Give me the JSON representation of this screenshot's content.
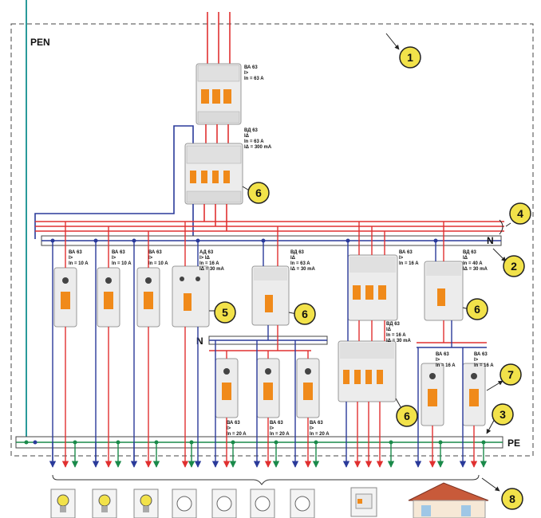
{
  "labels": {
    "pen": "PEN",
    "n": "N",
    "n2": "N",
    "pe": "PE"
  },
  "callouts": [
    "1",
    "2",
    "3",
    "4",
    "5",
    "6",
    "6",
    "6",
    "6",
    "7",
    "8"
  ],
  "colors": {
    "phase": "#e03030",
    "neutral": "#2a3a9a",
    "pe": "#1a8a4a",
    "callout_fill": "#f2e24a",
    "breaker_orange": "#f08a1a"
  },
  "breakers": {
    "main": {
      "l1": "ВА 63",
      "l2": "I>",
      "l3": "In = 63 A"
    },
    "rcd_main": {
      "l1": "ВД 63",
      "l2": "IΔ",
      "l3": "In = 63 A",
      "l4": "IΔ = 300 mA"
    },
    "b1": {
      "l1": "ВА 63",
      "l2": "I>",
      "l3": "In = 10 A"
    },
    "b2": {
      "l1": "ВА 63",
      "l2": "I>",
      "l3": "In = 10 A"
    },
    "b3": {
      "l1": "ВА 63",
      "l2": "I>",
      "l3": "In = 10 A"
    },
    "ad": {
      "l1": "АД 63",
      "l2": "I> IΔ",
      "l3": "In = 16 A",
      "l4": "IΔ = 30 mA"
    },
    "vd2": {
      "l1": "ВД 63",
      "l2": "IΔ",
      "l3": "In = 63 A",
      "l4": "IΔ = 30 mA"
    },
    "ba3p": {
      "l1": "ВА 63",
      "l2": "I>",
      "l3": "In = 16 A"
    },
    "vd4": {
      "l1": "ВД 63",
      "l2": "IΔ",
      "l3": "In = 40 A",
      "l4": "IΔ = 30 mA"
    },
    "vd3p": {
      "l1": "ВД 63",
      "l2": "IΔ",
      "l3": "In = 16 A",
      "l4": "IΔ = 30 mA"
    },
    "s1": {
      "l1": "ВА 63",
      "l2": "I>",
      "l3": "In = 20 A"
    },
    "s2": {
      "l1": "ВА 63",
      "l2": "I>",
      "l3": "In = 20 A"
    },
    "s3": {
      "l1": "ВА 63",
      "l2": "I>",
      "l3": "In = 20 A"
    },
    "r1": {
      "l1": "ВА 63",
      "l2": "I>",
      "l3": "In = 16 A"
    },
    "r2": {
      "l1": "ВА 63",
      "l2": "I>",
      "l3": "In = 16 A"
    }
  },
  "icons": [
    "lamp-icon",
    "lamp-icon",
    "lamp-icon",
    "socket-icon",
    "socket-icon",
    "socket-icon",
    "socket-icon",
    "appliance-icon",
    "house-icon"
  ]
}
